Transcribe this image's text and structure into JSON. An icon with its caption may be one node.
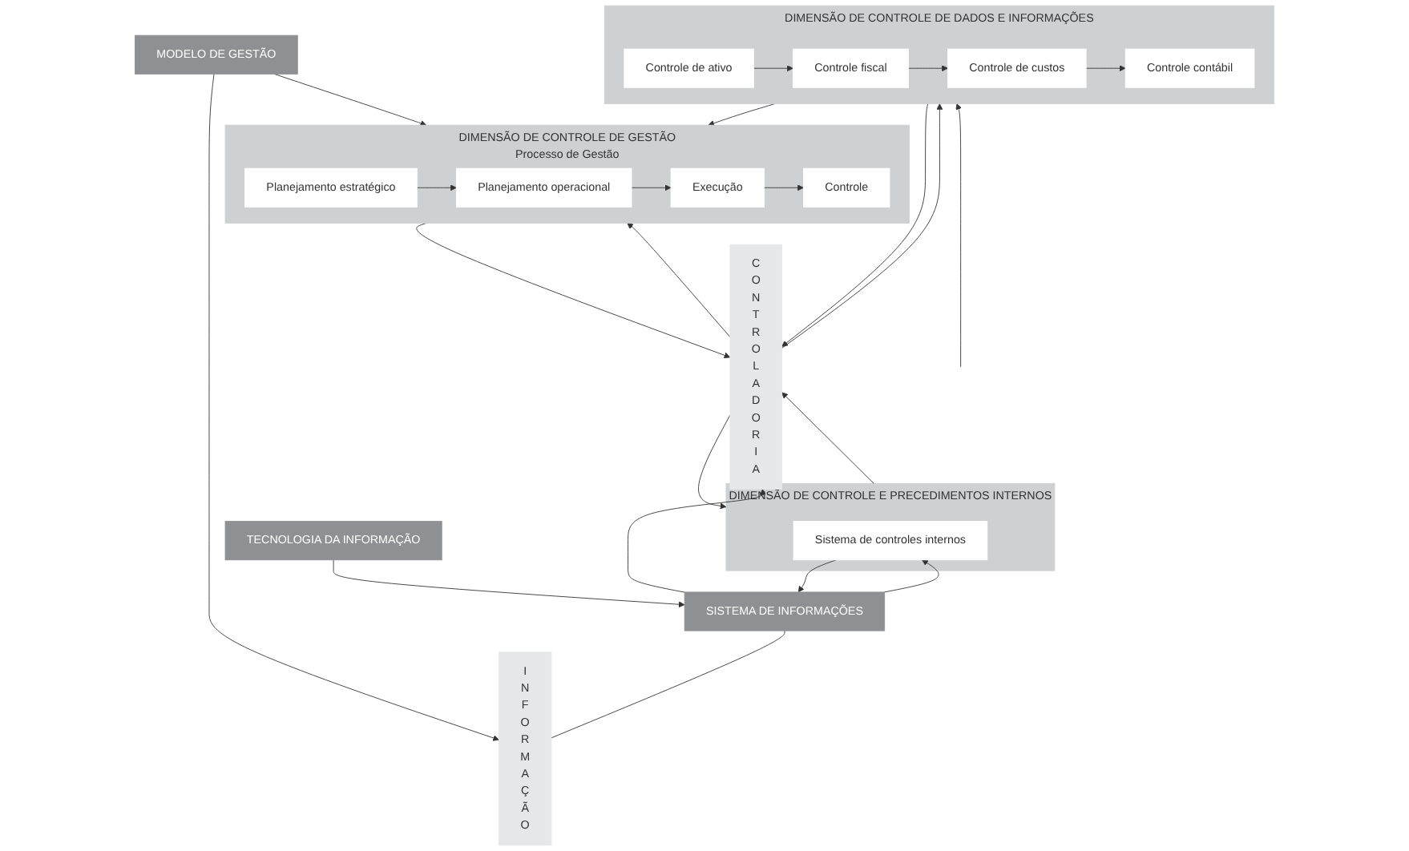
{
  "diagram": {
    "nodes": [
      {
        "text": [
          "MODELO DE GESTÃO"
        ]
      },
      {
        "text": [
          "INFORMAÇÃO"
        ]
      },
      {
        "text": [
          "DIMENSÃO DE CONTROLE DE GESTÃO",
          "Processo de Gestão"
        ]
      },
      {
        "text": [
          "Planejamento estratégico"
        ],
        "in": 2
      },
      {
        "text": [
          "Planejamento operacional"
        ],
        "in": 2
      },
      {
        "text": [
          "Execução"
        ],
        "in": 2
      },
      {
        "text": [
          "Controle"
        ],
        "in": 2
      },
      {
        "text": [
          "CONTROLADORIA"
        ]
      },
      {
        "text": [
          "DIMENSÃO DE CONTROLE DE DADOS E INFORMAÇÕES"
        ]
      },
      {
        "text": [
          "Controle contábil"
        ],
        "in": 8
      },
      {
        "text": [
          "Controle de custos"
        ],
        "in": 8
      },
      {
        "text": [
          "Controle fiscal"
        ],
        "in": 8
      },
      {
        "text": [
          "Controle de ativo"
        ],
        "in": 8
      },
      {
        "text": [
          "DIMENSÃO DE CONTROLE E PRECEDIMENTOS INTERNOS"
        ]
      },
      {
        "text": [
          "Sistema de controles internos"
        ],
        "in": 13
      },
      {
        "text": [
          "SISTEMA DE INFORMAÇÕES"
        ]
      },
      {
        "text": [
          "TECNOLOGIA DA INFORMAÇÃO"
        ]
      }
    ],
    "edges": [
      {
        "from": 0,
        "to": 1,
        "arrow": "to"
      },
      {
        "from": 0,
        "to": 2,
        "arrow": "to"
      },
      {
        "from": 3,
        "to": 4,
        "arrow": "to"
      },
      {
        "from": 4,
        "to": 5,
        "arrow": "to"
      },
      {
        "from": 5,
        "to": 6,
        "arrow": "to"
      },
      {
        "from": 2,
        "to": 7,
        "arrow": "to"
      },
      {
        "from": 7,
        "to": 2,
        "arrow": "to"
      },
      {
        "from": 8,
        "to": 2,
        "arrow": "to"
      },
      {
        "from": 12,
        "to": 11,
        "arrow": "to"
      },
      {
        "from": 11,
        "to": 10,
        "arrow": "to"
      },
      {
        "from": 10,
        "to": 9,
        "arrow": "to"
      },
      {
        "from": 8,
        "to": 7,
        "arrow": "to"
      },
      {
        "from": 7,
        "to": 8,
        "arrow": "to"
      },
      {
        "from": 13,
        "to": 8,
        "arrow": "to"
      },
      {
        "from": 13,
        "to": 7,
        "arrow": "to"
      },
      {
        "from": 7,
        "to": 13,
        "arrow": "to"
      },
      {
        "from": 15,
        "to": 14,
        "arrow": "to"
      },
      {
        "from": 14,
        "to": 15,
        "arrow": "to"
      },
      {
        "from": 15,
        "to": 1,
        "arrow": "none"
      },
      {
        "from": 15,
        "to": 7,
        "arrow": "to"
      },
      {
        "from": 16,
        "to": 15,
        "arrow": "to"
      }
    ]
  }
}
